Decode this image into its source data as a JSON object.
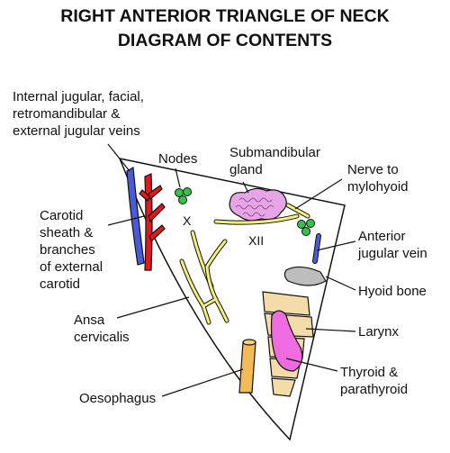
{
  "title": {
    "line1": "RIGHT ANTERIOR TRIANGLE OF NECK",
    "line2": "DIAGRAM OF CONTENTS"
  },
  "labels": {
    "veins": [
      "Internal jugular, facial,",
      "retromandibular &",
      "external jugular veins"
    ],
    "nodes": [
      "Nodes"
    ],
    "submandibular": [
      "Submandibular",
      "gland"
    ],
    "nerve_mylohyoid": [
      "Nerve to",
      "mylohyoid"
    ],
    "carotid": [
      "Carotid",
      "sheath &",
      "branches",
      "of external",
      "carotid"
    ],
    "anterior_jugular": [
      "Anterior",
      "jugular vein"
    ],
    "hyoid": [
      "Hyoid bone"
    ],
    "ansa": [
      "Ansa",
      "cervicalis"
    ],
    "larynx": [
      "Larynx"
    ],
    "thyroid": [
      "Thyroid &",
      "parathyroid"
    ],
    "oesophagus": [
      "Oesophagus"
    ]
  },
  "nerves": {
    "vagus": "X",
    "hypoglossal": "XII"
  },
  "colors": {
    "vein_blue": "#4a5bd8",
    "artery_red": "#e4181c",
    "node_green": "#33c24a",
    "gland_pink": "#e6a6e6",
    "nerve_yellow": "#f4ee7a",
    "hyoid_grey": "#bdbdbd",
    "larynx_tan": "#f4dca8",
    "thyroid_magenta": "#ee6ce0",
    "oesophagus_orange": "#f2bb55",
    "outline": "#111111"
  }
}
